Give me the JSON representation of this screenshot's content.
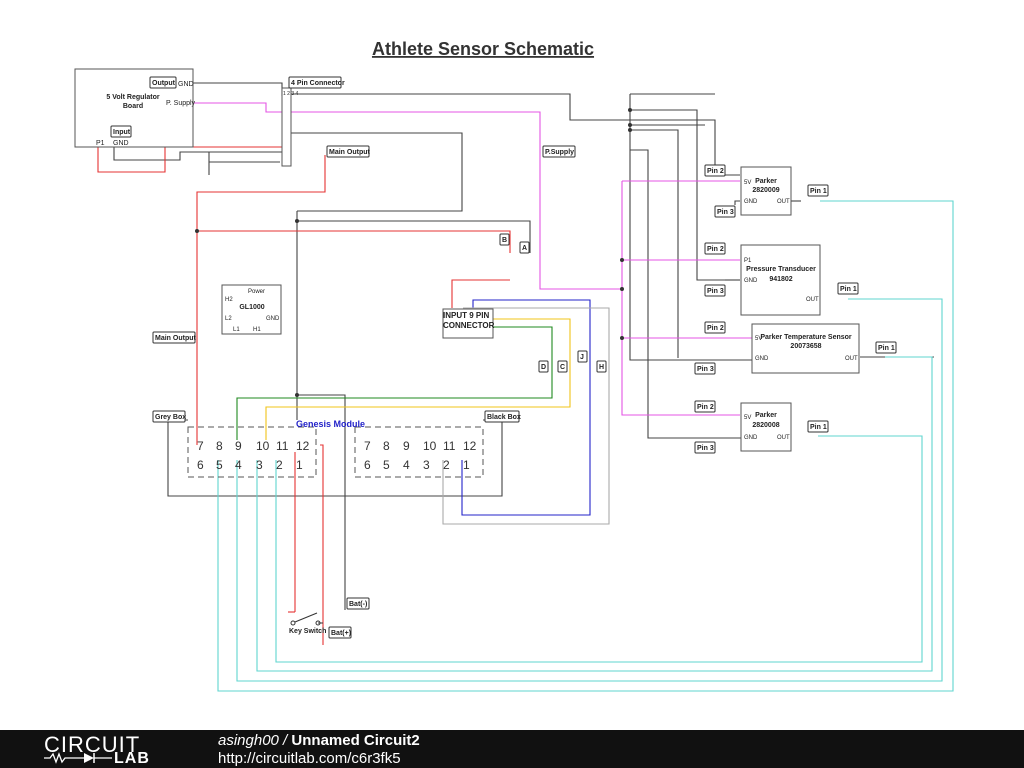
{
  "title": "Athlete Sensor Schematic",
  "regulator": {
    "name": "5 Volt Regulator Board",
    "name_l1": "5 Volt Regulator",
    "name_l2": "Board",
    "output_tag": "Output",
    "input_tag": "Input",
    "gnd": "GND",
    "psupply": "P. Supply",
    "p1": "P1",
    "gnd2": "GND"
  },
  "connector4": {
    "tag": "4 Pin Connector",
    "pins": "1 2 3 4"
  },
  "tags": {
    "main_output_top": "Main Output",
    "psupply": "P.Supply",
    "main_output_left": "Main Output",
    "grey_box": "Grey Box",
    "black_box": "Black Box",
    "bat_neg": "Bat(-)",
    "bat_pos": "Bat(+)",
    "key_switch": "Key Switch",
    "b": "B",
    "a": "A",
    "d": "D",
    "c": "C",
    "j": "J",
    "h": "H"
  },
  "gl1000": {
    "name": "GL1000",
    "power": "Power",
    "h2": "H2",
    "l2": "L2",
    "gnd": "GND",
    "l1": "L1",
    "h1": "H1"
  },
  "input9": {
    "l1": "INPUT 9 PIN",
    "l2": "CONNECTOR"
  },
  "genesis": {
    "label": "Genesis Module",
    "left_top": [
      "7",
      "8",
      "9",
      "10",
      "11",
      "12"
    ],
    "left_bot": [
      "6",
      "5",
      "4",
      "3",
      "2",
      "1"
    ],
    "right_top": [
      "7",
      "8",
      "9",
      "10",
      "11",
      "12"
    ],
    "right_bot": [
      "6",
      "5",
      "4",
      "3",
      "2",
      "1"
    ]
  },
  "sensors": [
    {
      "l1": "Parker",
      "l2": "2820009",
      "top": "5V",
      "gnd": "GND",
      "out": "OUT",
      "pin2": "Pin 2",
      "pin3": "Pin 3",
      "pin1": "Pin 1"
    },
    {
      "l1": "Pressure Transducer",
      "l2": "941802",
      "top": "P1",
      "gnd": "GND",
      "out": "OUT",
      "pin2": "Pin 2",
      "pin3": "Pin 3",
      "pin1": "Pin 1"
    },
    {
      "l1": "Parker Temperature Sensor",
      "l2": "20073658",
      "top": "5V",
      "gnd": "GND",
      "out": "OUT",
      "pin2": "Pin 2",
      "pin3": "Pin 3",
      "pin1": "Pin 1"
    },
    {
      "l1": "Parker",
      "l2": "2820008",
      "top": "5V",
      "gnd": "GND",
      "out": "OUT",
      "pin2": "Pin 2",
      "pin3": "Pin 3",
      "pin1": "Pin 1"
    }
  ],
  "footer": {
    "logo_top": "CIRCUIT",
    "logo_bot": "LAB",
    "user": "asingh00",
    "sep": " / ",
    "circuit_name": "Unnamed Circuit2",
    "url": "http://circuitlab.com/c6r3fk5"
  },
  "colors": {
    "footer_bg": "#111111",
    "wire_red": "#e53333",
    "wire_magenta": "#e455e4",
    "wire_cyan": "#5fd6cf",
    "wire_green": "#1f8a1f",
    "wire_yellow": "#f0c419",
    "wire_blue": "#2323c9"
  }
}
